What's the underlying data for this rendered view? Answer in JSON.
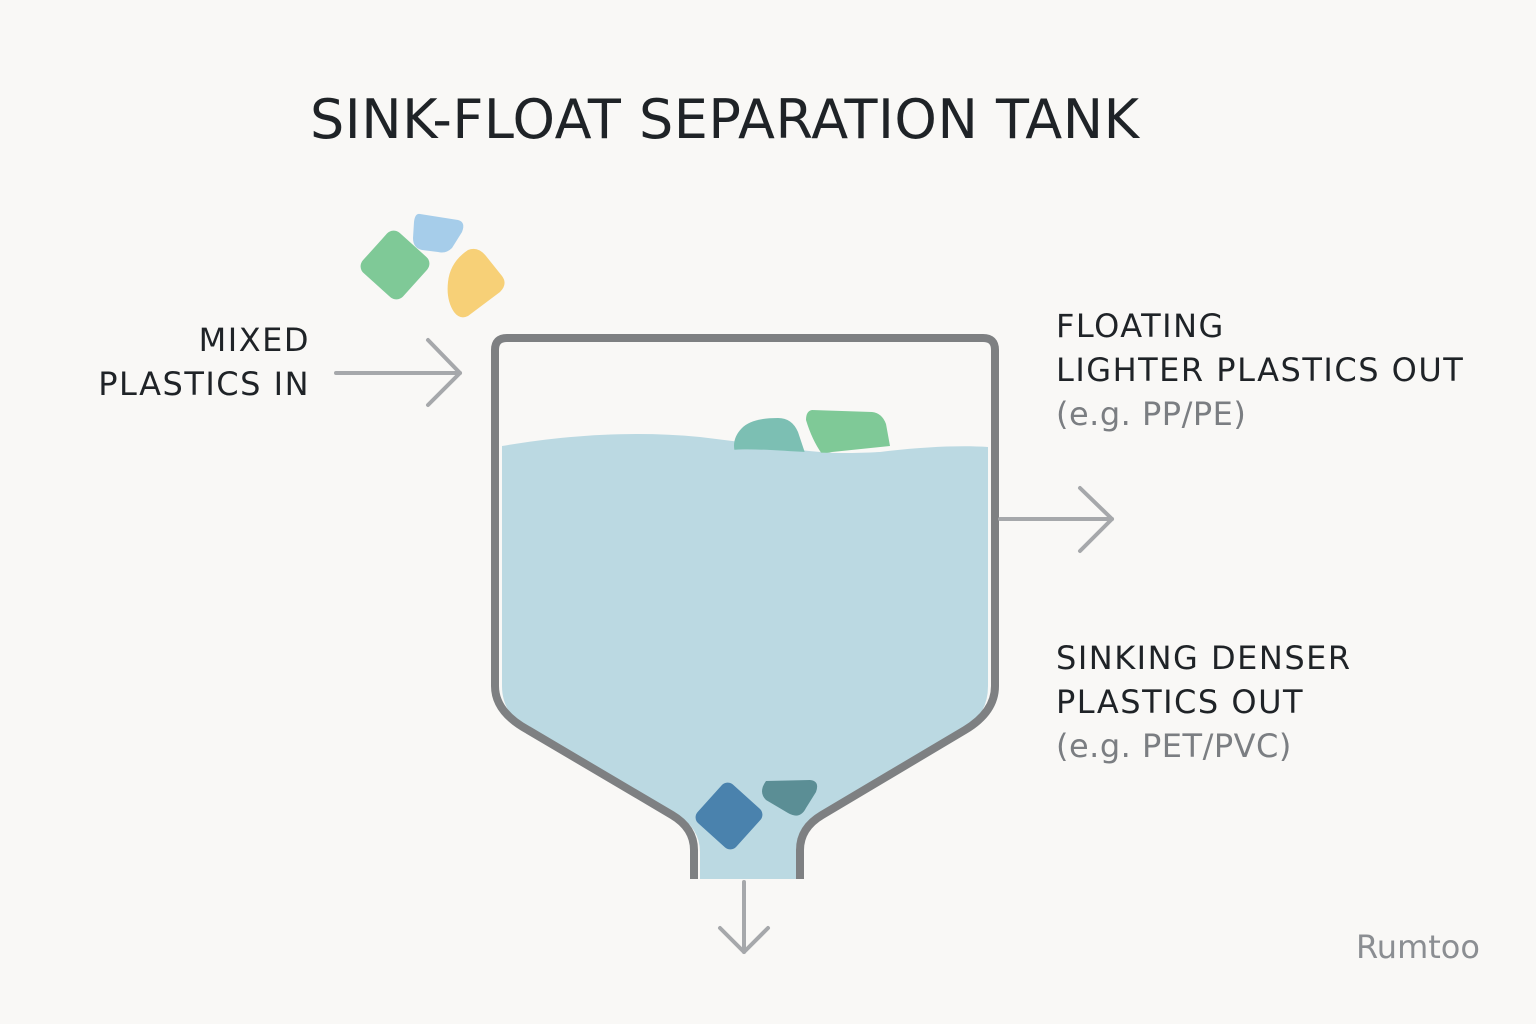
{
  "diagram": {
    "title": "SINK-FLOAT SEPARATION TANK",
    "inlet": {
      "line1": "MIXED",
      "line2": "PLASTICS IN"
    },
    "float_outlet": {
      "line1": "FLOATING",
      "line2": "LIGHTER PLASTICS OUT",
      "example": "(e.g. PP/PE)"
    },
    "sink_outlet": {
      "line1": "SINKING DENSER",
      "line2": "PLASTICS OUT",
      "example": "(e.g. PET/PVC)"
    },
    "brand": "Rumtoo"
  },
  "colors": {
    "water": "#bbd9e2",
    "tank_wall": "#7e8082",
    "arrow": "#a6a8ab",
    "green": "#7fc997",
    "light_blue": "#a6cdea",
    "yellow": "#f7d077",
    "teal_green": "#7cbfb3",
    "dark_blue": "#4a82ad",
    "dark_teal": "#5b8e95"
  }
}
